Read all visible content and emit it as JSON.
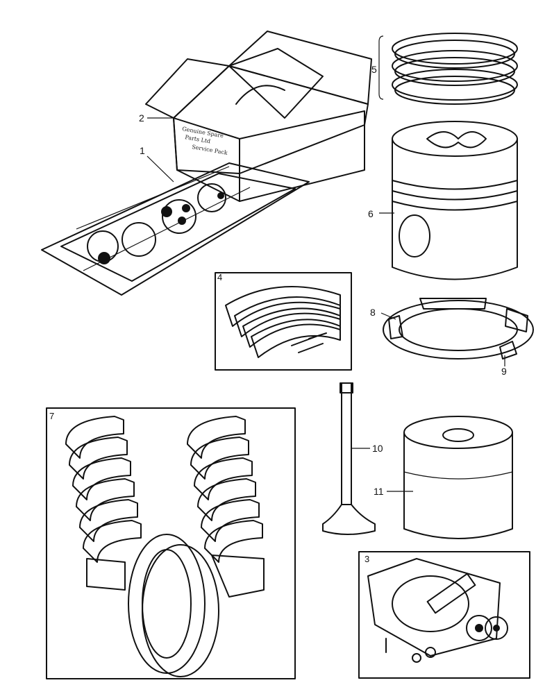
{
  "figure": {
    "callouts": [
      {
        "id": "1",
        "label": "1"
      },
      {
        "id": "2",
        "label": "2"
      },
      {
        "id": "3",
        "label": "3"
      },
      {
        "id": "4",
        "label": "4"
      },
      {
        "id": "5",
        "label": "5"
      },
      {
        "id": "6",
        "label": "6"
      },
      {
        "id": "7",
        "label": "7"
      },
      {
        "id": "8",
        "label": "8"
      },
      {
        "id": "9",
        "label": "9"
      },
      {
        "id": "10",
        "label": "10"
      },
      {
        "id": "11",
        "label": "11"
      }
    ],
    "box_printing": [
      "Genuine Spare",
      "Parts Ltd",
      "Service Pack"
    ],
    "parts": [
      {
        "callout": "1",
        "icon": "gasket-set-icon"
      },
      {
        "callout": "2",
        "icon": "gasket-box-icon"
      },
      {
        "callout": "3",
        "icon": "water-pump-kit-icon"
      },
      {
        "callout": "4",
        "icon": "brake-shoes-icon"
      },
      {
        "callout": "5",
        "icon": "piston-rings-icon"
      },
      {
        "callout": "6",
        "icon": "piston-icon"
      },
      {
        "callout": "7",
        "icon": "bearing-shells-icon"
      },
      {
        "callout": "8",
        "icon": "thrust-washer-icon"
      },
      {
        "callout": "9",
        "icon": "thrust-washer-icon"
      },
      {
        "callout": "10",
        "icon": "valve-icon"
      },
      {
        "callout": "11",
        "icon": "oil-filter-icon"
      }
    ]
  }
}
